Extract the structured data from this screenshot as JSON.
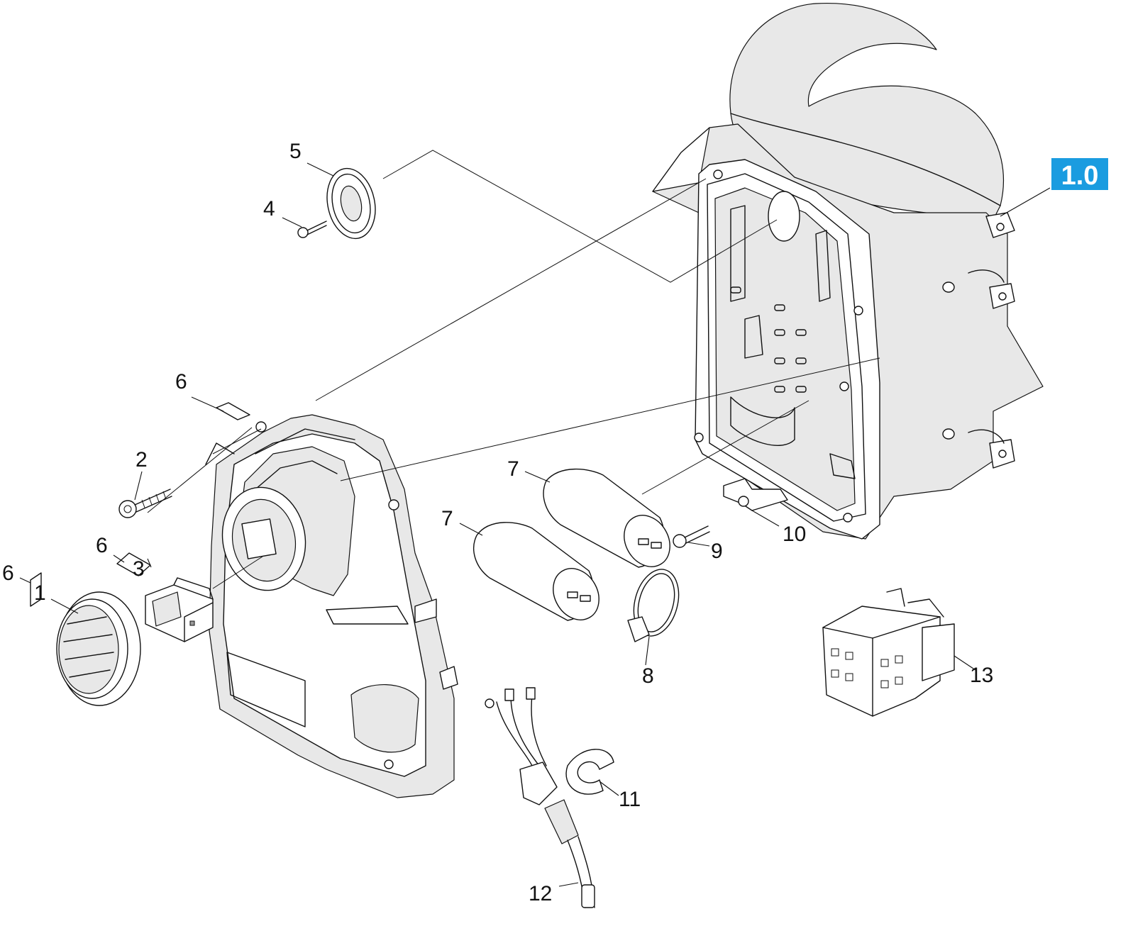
{
  "badge": {
    "label": "1.0",
    "color": "#1a9ce0"
  },
  "callouts": {
    "c1": "1",
    "c2": "2",
    "c3": "3",
    "c4": "4",
    "c5": "5",
    "c6a": "6",
    "c6b": "6",
    "c6c": "6",
    "c7a": "7",
    "c7b": "7",
    "c8": "8",
    "c9": "9",
    "c10": "10",
    "c11": "11",
    "c12": "12",
    "c13": "13"
  }
}
